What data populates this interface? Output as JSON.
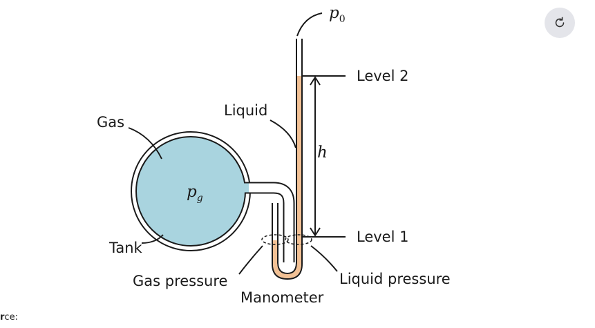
{
  "diagram": {
    "labels": {
      "p0_base": "p",
      "p0_sub": "0",
      "level2": "Level 2",
      "liquid": "Liquid",
      "gas": "Gas",
      "h": "h",
      "pg_base": "p",
      "pg_sub": "g",
      "tank": "Tank",
      "level1": "Level 1",
      "gas_pressure": "Gas pressure",
      "liquid_pressure": "Liquid pressure",
      "manometer": "Manometer"
    },
    "colors": {
      "gas_fill": "#a9d4df",
      "liquid_fill": "#f2c195",
      "outline": "#1a1a1a"
    }
  },
  "refresh": {
    "icon": "refresh-icon"
  },
  "caption": {
    "bold_part": "r",
    "rest": "ce:"
  }
}
